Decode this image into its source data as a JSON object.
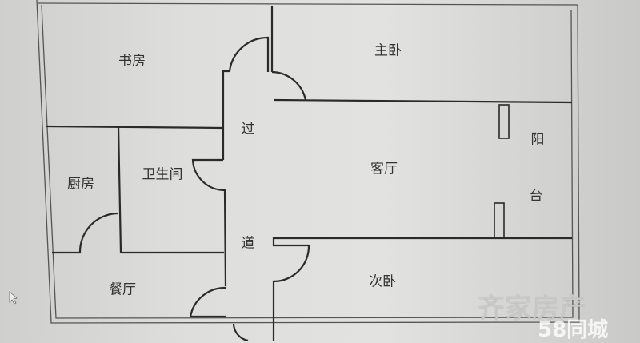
{
  "rooms": {
    "study": "书房",
    "master_bedroom": "主卧",
    "corridor_top": "过",
    "corridor_bottom": "道",
    "kitchen": "厨房",
    "bathroom": "卫生间",
    "living_room": "客厅",
    "balcony_top": "阳",
    "balcony_bottom": "台",
    "dining_room": "餐厅",
    "second_bedroom": "次卧"
  },
  "watermark": {
    "agency": "齐家房产",
    "site": "58同城"
  },
  "colors": {
    "wall": "#2a2a2a",
    "paper": "#e2e2e0"
  }
}
